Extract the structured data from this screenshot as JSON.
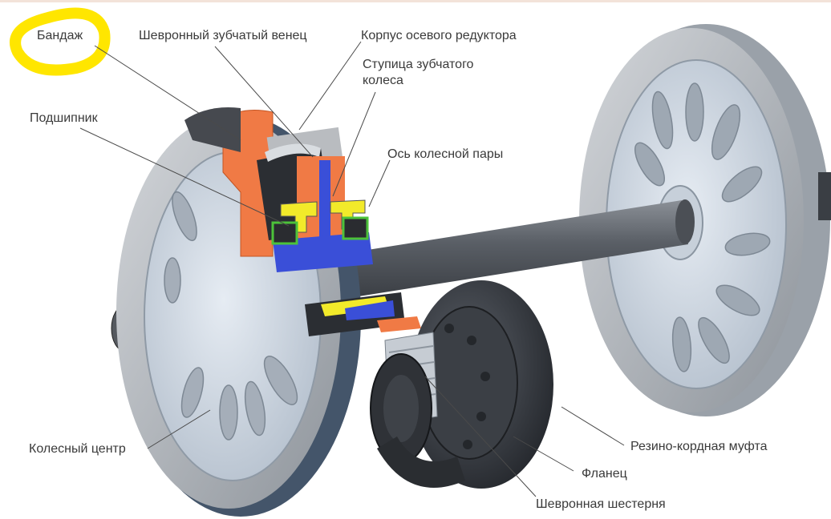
{
  "diagram": {
    "subject": "wheelset with axial reduction gear",
    "highlight_color": "#ffe600",
    "highlighted_label": "Бандаж",
    "labels": {
      "bandage": "Бандаж",
      "herringbone_ring_gear": "Шевронный зубчатый венец",
      "axle_gearbox_housing": "Корпус осевого редуктора",
      "gear_wheel_hub_line1": "Ступица зубчатого",
      "gear_wheel_hub_line2": "колеса",
      "bearing": "Подшипник",
      "wheelset_axle": "Ось колесной пары",
      "wheel_center": "Колесный центр",
      "rubber_cord_coupling": "Резино-кордная муфта",
      "flange": "Фланец",
      "herringbone_pinion": "Шевронная шестерня"
    },
    "colors": {
      "cutaway_orange": "#f07a45",
      "hub_blue": "#3a4fd8",
      "bearing_yellow": "#f2ea2a",
      "seal_green": "#4cc23a",
      "steel_light": "#c9d0d8",
      "steel_dark": "#3e4248"
    }
  }
}
